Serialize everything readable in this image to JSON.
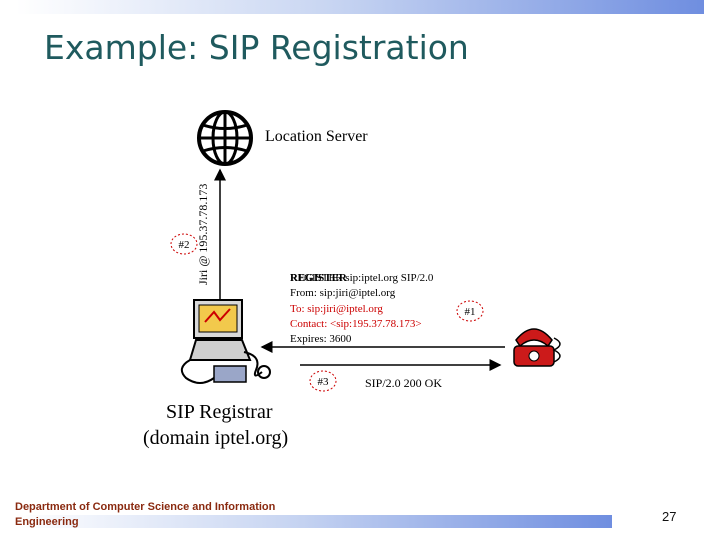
{
  "slide": {
    "title": "Example: SIP Registration",
    "footer": {
      "department_line1": "Department of Computer Science and Information",
      "department_line2": "Engineering",
      "page_number": "27"
    }
  },
  "diagram": {
    "location_server": "Location Server",
    "binding_label": "Jiri @ 195.37.78.173",
    "step2": "#2",
    "step1": "#1",
    "step3": "#3",
    "register": {
      "line1": "REGISTER sip:iptel.org SIP/2.0",
      "line2": "From: sip:jiri@iptel.org",
      "line3": "To: sip:jiri@iptel.org",
      "line4": "Contact: <sip:195.37.78.173>",
      "line5": "Expires: 3600"
    },
    "response": "SIP/2.0 200 OK",
    "registrar_line1": "SIP Registrar",
    "registrar_line2": "(domain iptel.org)"
  },
  "colors": {
    "title": "#1f5a5e",
    "red_text": "#cc0000",
    "footer_text": "#8a2a10",
    "phone": "#cc1a1a"
  }
}
